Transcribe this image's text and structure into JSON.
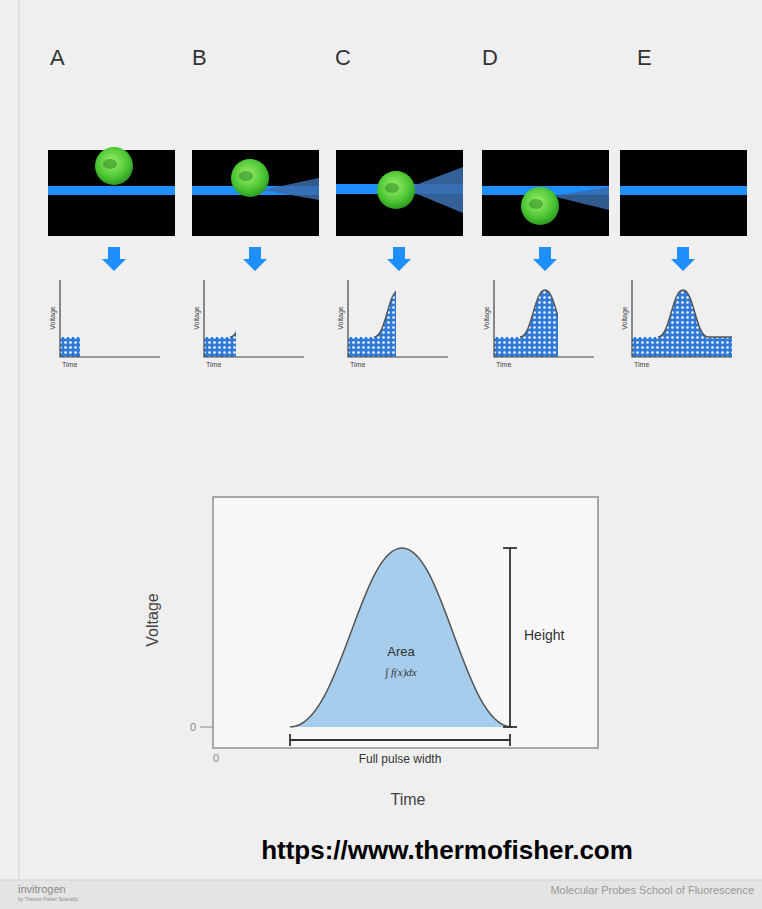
{
  "diagram": {
    "labels": [
      "A",
      "B",
      "C",
      "D",
      "E",
      "Voltage",
      "Time",
      "Voltage",
      "Time",
      "Voltage",
      "Time",
      "Voltage",
      "Time",
      "Voltage",
      "Time",
      "Voltage",
      "0",
      "0",
      "Area",
      "∫ f(x)dx",
      "Height",
      "Full pulse width",
      "Time",
      "https://www.thermofisher.com",
      "invitrogen",
      "by Thermo Fisher Scientific",
      "Molecular Probes School of Fluorescence"
    ]
  }
}
